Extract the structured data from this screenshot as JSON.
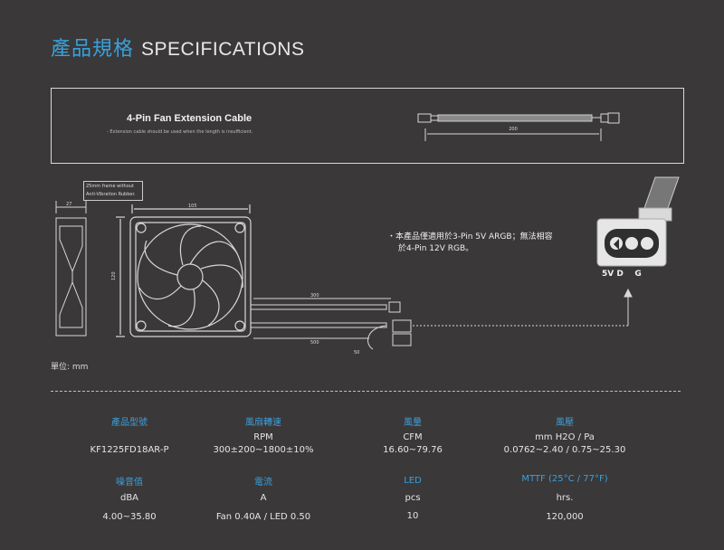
{
  "header": {
    "title_cn": "產品規格",
    "title_en": "SPECIFICATIONS"
  },
  "cable": {
    "title": "4-Pin Fan Extension Cable",
    "note": "- Extension cable should be used when the length is insufficient.",
    "length": "200"
  },
  "drawing": {
    "frame_note": "25mm frame without Anti-Vibration Rubber.",
    "dim_thickness": "27",
    "dim_width": "105",
    "dim_height": "120",
    "dim_cable_fan": "300",
    "dim_cable_argb": "500",
    "dim_split": "50",
    "argb_note_line1": "・本產品僅適用於3-Pin 5V ARGB；無法相容",
    "argb_note_line2": "於4-Pin 12V RGB。",
    "pin_labels": "5V D    G"
  },
  "unit_label": "單位: mm",
  "specs": [
    {
      "label": "產品型號",
      "unit": "",
      "value": "KF1225FD18AR-P"
    },
    {
      "label": "風扇轉速",
      "unit": "RPM",
      "value": "300±200~1800±10%"
    },
    {
      "label": "風量",
      "unit": "CFM",
      "value": "16.60~79.76"
    },
    {
      "label": "風壓",
      "unit": "mm  H2O / Pa",
      "value": "0.0762~2.40 / 0.75~25.30"
    },
    {
      "label": "噪音值",
      "unit": "dBA",
      "value": "4.00~35.80"
    },
    {
      "label": "電流",
      "unit": "A",
      "value": "Fan 0.40A / LED 0.50"
    },
    {
      "label": "LED",
      "unit": "pcs",
      "value": "10"
    },
    {
      "label": "MTTF (25°C / 77°F)",
      "unit": "hrs.",
      "value": "120,000"
    }
  ]
}
